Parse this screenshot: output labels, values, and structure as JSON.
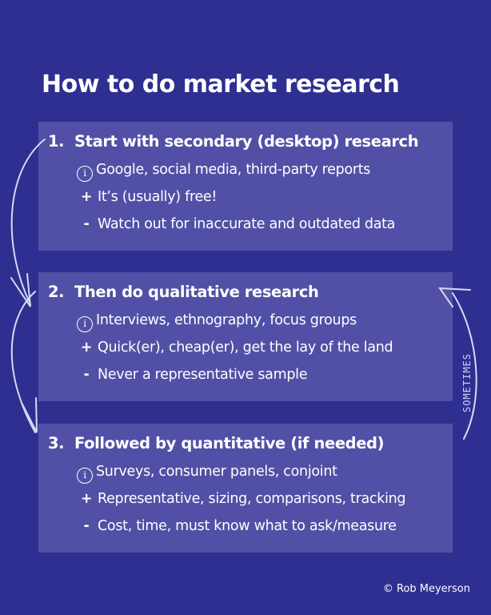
{
  "title": "How to do market research",
  "steps": [
    {
      "num": "1.",
      "heading": "Start with secondary (desktop) research",
      "info": "Google, social media, third-party reports",
      "pro": "It’s (usually) free!",
      "con": "Watch out for inaccurate and outdated data"
    },
    {
      "num": "2.",
      "heading": "Then do qualitative research",
      "info": "Interviews, ethnography, focus groups",
      "pro": "Quick(er), cheap(er), get the lay of the land",
      "con": "Never a representative sample"
    },
    {
      "num": "3.",
      "heading": "Followed by quantitative (if needed)",
      "info": "Surveys, consumer panels, conjoint",
      "pro": "Representative, sizing, comparisons, tracking",
      "con": "Cost, time, must know what to ask/measure"
    }
  ],
  "symbols": {
    "info": "i",
    "pro": "+",
    "con": "-"
  },
  "sometimes_label": "SOMETIMES",
  "credit": "© Rob Meyerson",
  "colors": {
    "background": "#2e2f90",
    "box": "#5150a6",
    "text": "#ffffff"
  }
}
